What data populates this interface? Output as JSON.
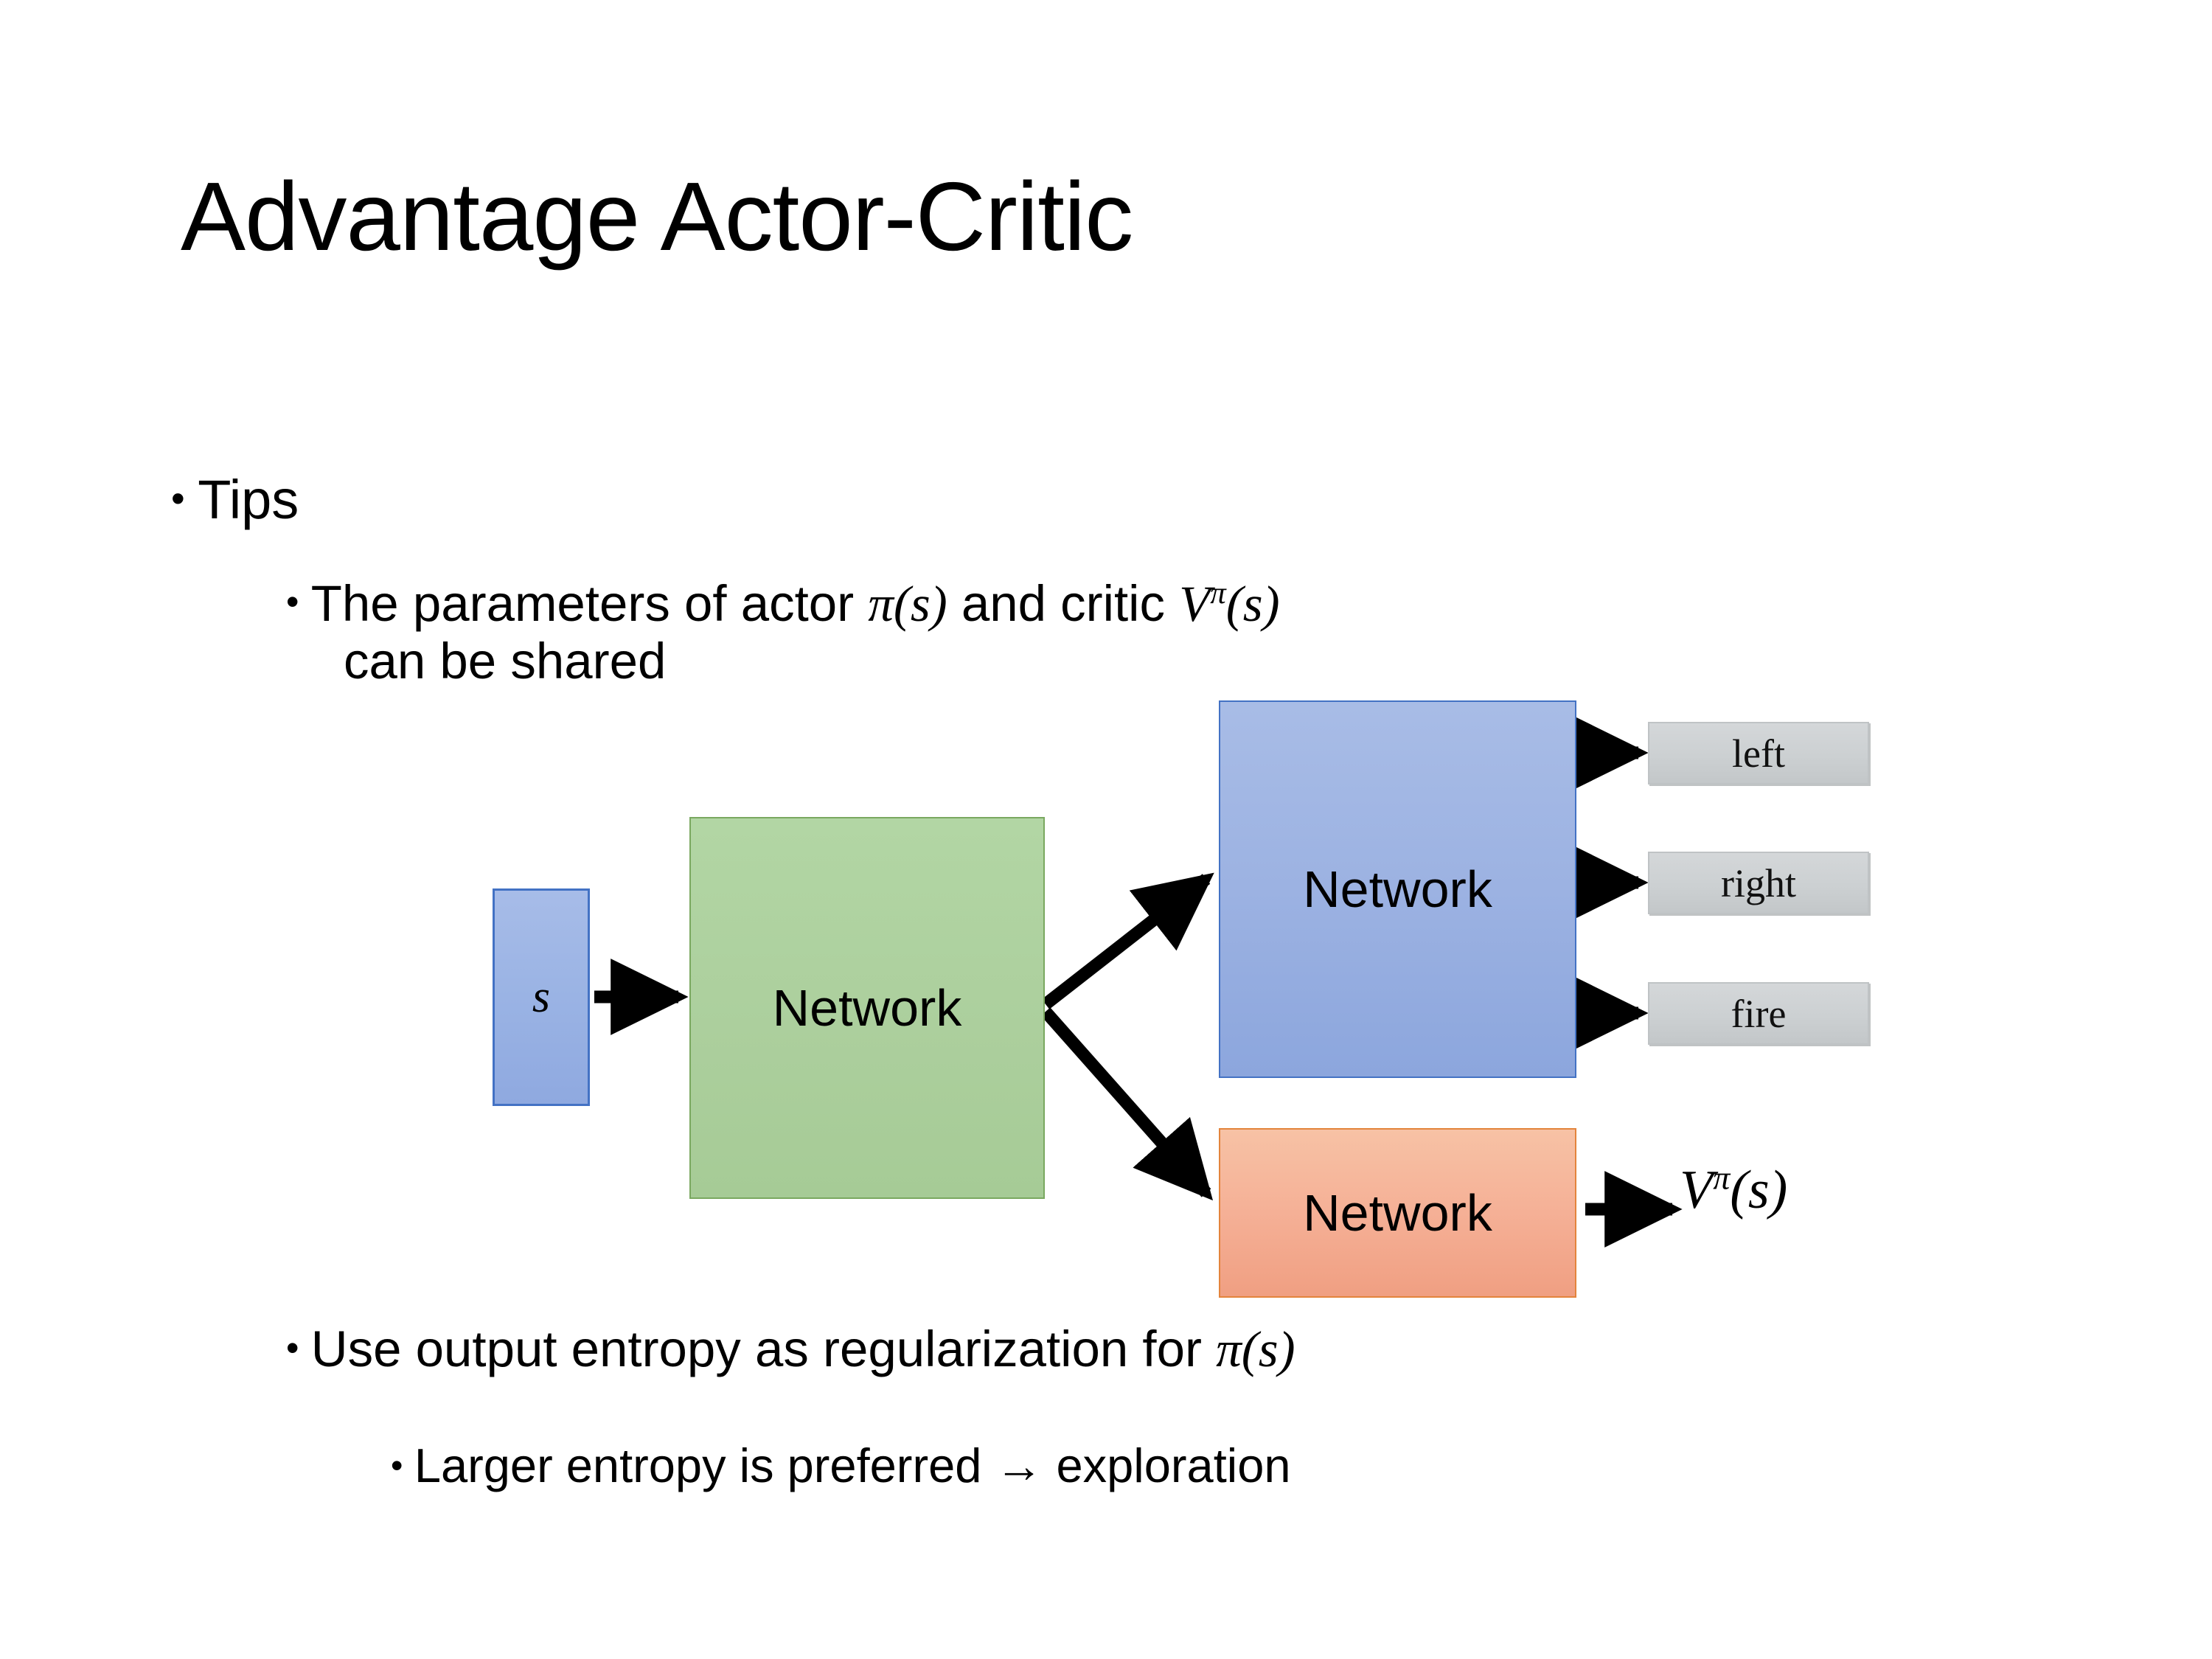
{
  "slide": {
    "title": "Advantage Actor-Critic",
    "background_color": "#ffffff"
  },
  "bullets": {
    "tips": {
      "marker": "•",
      "text": "Tips"
    },
    "shared": {
      "marker": "•",
      "line1_prefix": "The parameters of actor ",
      "math_pi": "π",
      "paren_open": "(",
      "var_s": "s",
      "paren_close": ")",
      "line1_mid": "  and critic ",
      "math_V": "V",
      "sup_pi": "π",
      "line2": "can be shared"
    },
    "entropy": {
      "marker": "•",
      "text": "Use output entropy as regularization for ",
      "math_pi": "π",
      "paren_open": "(",
      "var_s": "s",
      "paren_close": ")"
    },
    "larger": {
      "marker": "•",
      "text": "Larger entropy is preferred → exploration"
    }
  },
  "diagram": {
    "input_box": {
      "label": "s",
      "fill": "#9ab3e4",
      "border": "#4372c4"
    },
    "shared_network": {
      "label": "Network",
      "fill": "#accf9d",
      "border": "#7aa860"
    },
    "actor_network": {
      "label": "Network",
      "fill": "#9cb2e2",
      "border": "#4372c4"
    },
    "critic_network": {
      "label": "Network",
      "fill": "#f5b096",
      "border": "#e3843c"
    },
    "action_outputs": [
      {
        "label": "left",
        "fill": "#ccd0d2"
      },
      {
        "label": "right",
        "fill": "#ccd0d2"
      },
      {
        "label": "fire",
        "fill": "#ccd0d2"
      }
    ],
    "value_output": {
      "math_V": "V",
      "sup_pi": "π",
      "paren_open": "(",
      "var_s": "s",
      "paren_close": ")"
    },
    "arrow_color": "#000000"
  }
}
